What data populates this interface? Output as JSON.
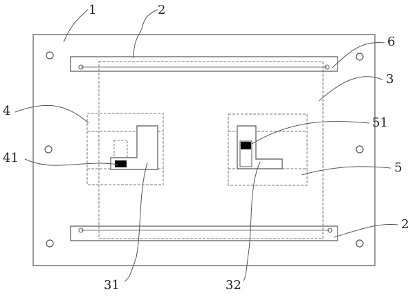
{
  "labels": {
    "base_plate": "1",
    "rail_top": "2",
    "rail_bottom": "2",
    "frame": "3",
    "left_block": "4",
    "left_marker": "41",
    "right_block": "5",
    "right_marker": "51",
    "slot": "6",
    "left_bracket": "31",
    "right_bracket": "32"
  },
  "colors": {
    "line": "#555555",
    "dash": "#777777",
    "marker_fill": "#000000",
    "background": "#ffffff"
  }
}
